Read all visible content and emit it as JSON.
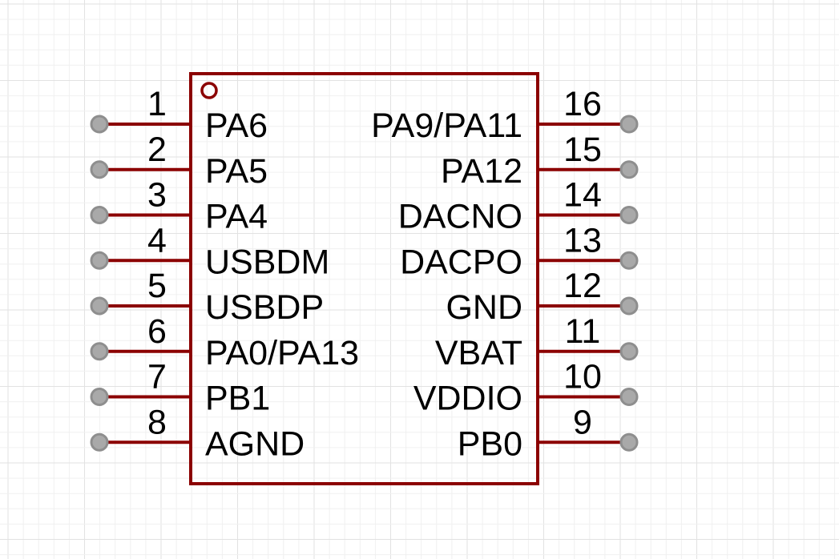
{
  "colors": {
    "background": "#ffffff",
    "grid_minor": "#f0f0f0",
    "grid_major": "#e2e2e2",
    "body_outline": "#8b0000",
    "pin_line": "#8b0000",
    "pin_end_fill": "#a9a9a9",
    "pin_end_stroke": "#8e8e8e",
    "pin1_marker": "#8b0000",
    "text": "#000000"
  },
  "component": {
    "pin1_marker_icon": "circle-outline-icon",
    "pin_end_icon": "pin-endpoint-icon",
    "left_pins": [
      {
        "number": "1",
        "name": "PA6"
      },
      {
        "number": "2",
        "name": "PA5"
      },
      {
        "number": "3",
        "name": "PA4"
      },
      {
        "number": "4",
        "name": "USBDM"
      },
      {
        "number": "5",
        "name": "USBDP"
      },
      {
        "number": "6",
        "name": "PA0/PA13"
      },
      {
        "number": "7",
        "name": "PB1"
      },
      {
        "number": "8",
        "name": "AGND"
      }
    ],
    "right_pins": [
      {
        "number": "16",
        "name": "PA9/PA11"
      },
      {
        "number": "15",
        "name": "PA12"
      },
      {
        "number": "14",
        "name": "DACNO"
      },
      {
        "number": "13",
        "name": "DACPO"
      },
      {
        "number": "12",
        "name": "GND"
      },
      {
        "number": "11",
        "name": "VBAT"
      },
      {
        "number": "10",
        "name": "VDDIO"
      },
      {
        "number": "9",
        "name": "PB0"
      }
    ]
  }
}
